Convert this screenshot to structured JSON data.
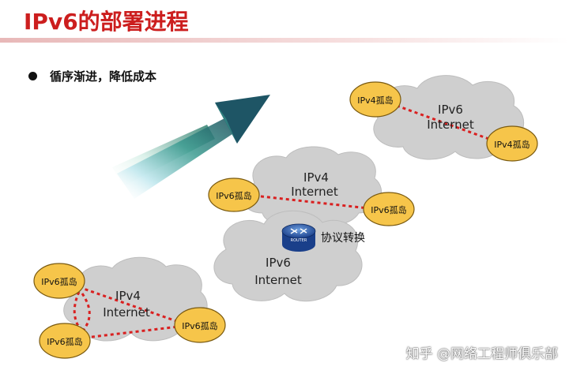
{
  "title": "IPv6的部署进程",
  "bullet": "循序渐进，降低成本",
  "stages": {
    "stage1": {
      "cloud_label": [
        "IPv4",
        "Internet"
      ],
      "islands": [
        "IPv6孤岛",
        "IPv6孤岛",
        "IPv6孤岛"
      ]
    },
    "stage2": {
      "top_cloud_label": [
        "IPv4",
        "Internet"
      ],
      "bottom_cloud_label": [
        "IPv6",
        "Internet"
      ],
      "islands": [
        "IPv6孤岛",
        "IPv6孤岛"
      ],
      "router_text": "ROUTER",
      "router_label": "协议转换"
    },
    "stage3": {
      "cloud_label": [
        "IPv6",
        "Internet"
      ],
      "islands": [
        "IPv4孤岛",
        "IPv4孤岛"
      ]
    }
  },
  "watermark": "知乎 @网络工程师俱乐部",
  "colors": {
    "title": "#cc1e1e",
    "island_fill": "#f6c54a",
    "island_stroke": "#7a5a10",
    "link": "#d92020",
    "cloud": "#cfcfcf"
  }
}
